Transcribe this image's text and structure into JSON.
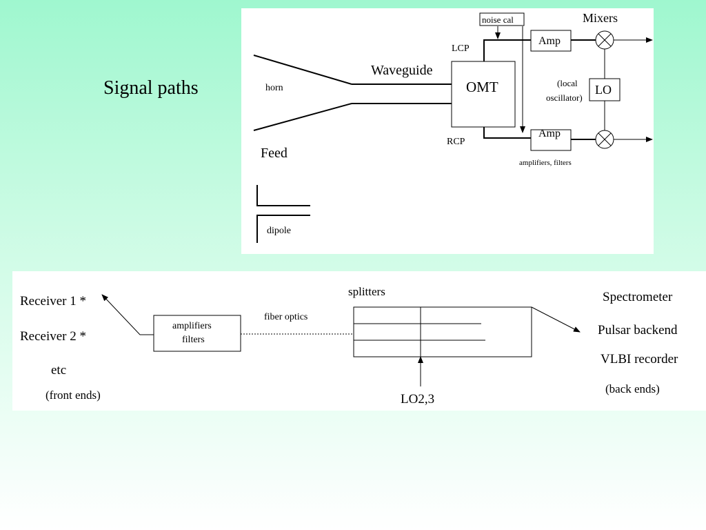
{
  "slide": {
    "title": "Signal paths"
  },
  "front_end": {
    "horn": "horn",
    "feed": "Feed",
    "waveguide": "Waveguide",
    "omt": "OMT",
    "lcp": "LCP",
    "rcp": "RCP",
    "noise_cal": "noise cal",
    "amp_top": "Amp",
    "amp_bottom": "Amp",
    "mixers": "Mixers",
    "lo": "LO",
    "local_osc_line1": "(local",
    "local_osc_line2": "oscillator)",
    "amp_filters": "amplifiers, filters",
    "dipole": "dipole"
  },
  "back_end": {
    "receiver1": "Receiver 1 *",
    "receiver2": "Receiver 2 *",
    "etc": "etc",
    "front_ends": "(front ends)",
    "amp_line1": "amplifiers",
    "amp_line2": "filters",
    "fiber": "fiber optics",
    "splitters": "splitters",
    "lo23": "LO2,3",
    "spectrometer": "Spectrometer",
    "pulsar": "Pulsar backend",
    "vlbi": "VLBI recorder",
    "back_ends": "(back ends)"
  }
}
